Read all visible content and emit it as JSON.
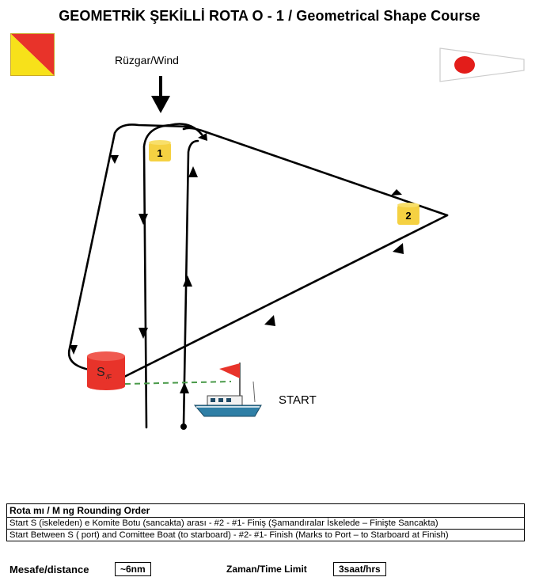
{
  "title": "GEOMETRİK ŞEKİLLİ ROTA O - 1 / Geometrical Shape Course",
  "wind_label": "Rüzgar/Wind",
  "start_label": "START",
  "marks": {
    "mark1": "1",
    "mark2": "2",
    "start_mark_main": "S",
    "start_mark_sub": "/F"
  },
  "colors": {
    "course_line": "#000000",
    "mark_yellow": "#f5d142",
    "start_buoy_red": "#e8332a",
    "flag_red": "#e8332a",
    "flag_yellow": "#f7e11a",
    "start_line_green": "#4a9a4a",
    "boat_hull": "#2f7fa6"
  },
  "table": {
    "header": "Rota        mı / M     ng Rounding Order",
    "row1": "Start      S (iskeleden)   e Komite Botu (sancakta) arası - #2 - #1- Finiş (Şamandıralar İskelede – Finişte Sancakta)",
    "row2": "Start      Between S (   port) and Comittee Boat (to starboard) - #2- #1- Finish (Marks to Port – to Starboard at Finish)"
  },
  "distance_label": "Mesafe/distance",
  "distance_value": "~6nm",
  "time_label": "Zaman/Time Limit",
  "time_value": "3saat/hrs"
}
